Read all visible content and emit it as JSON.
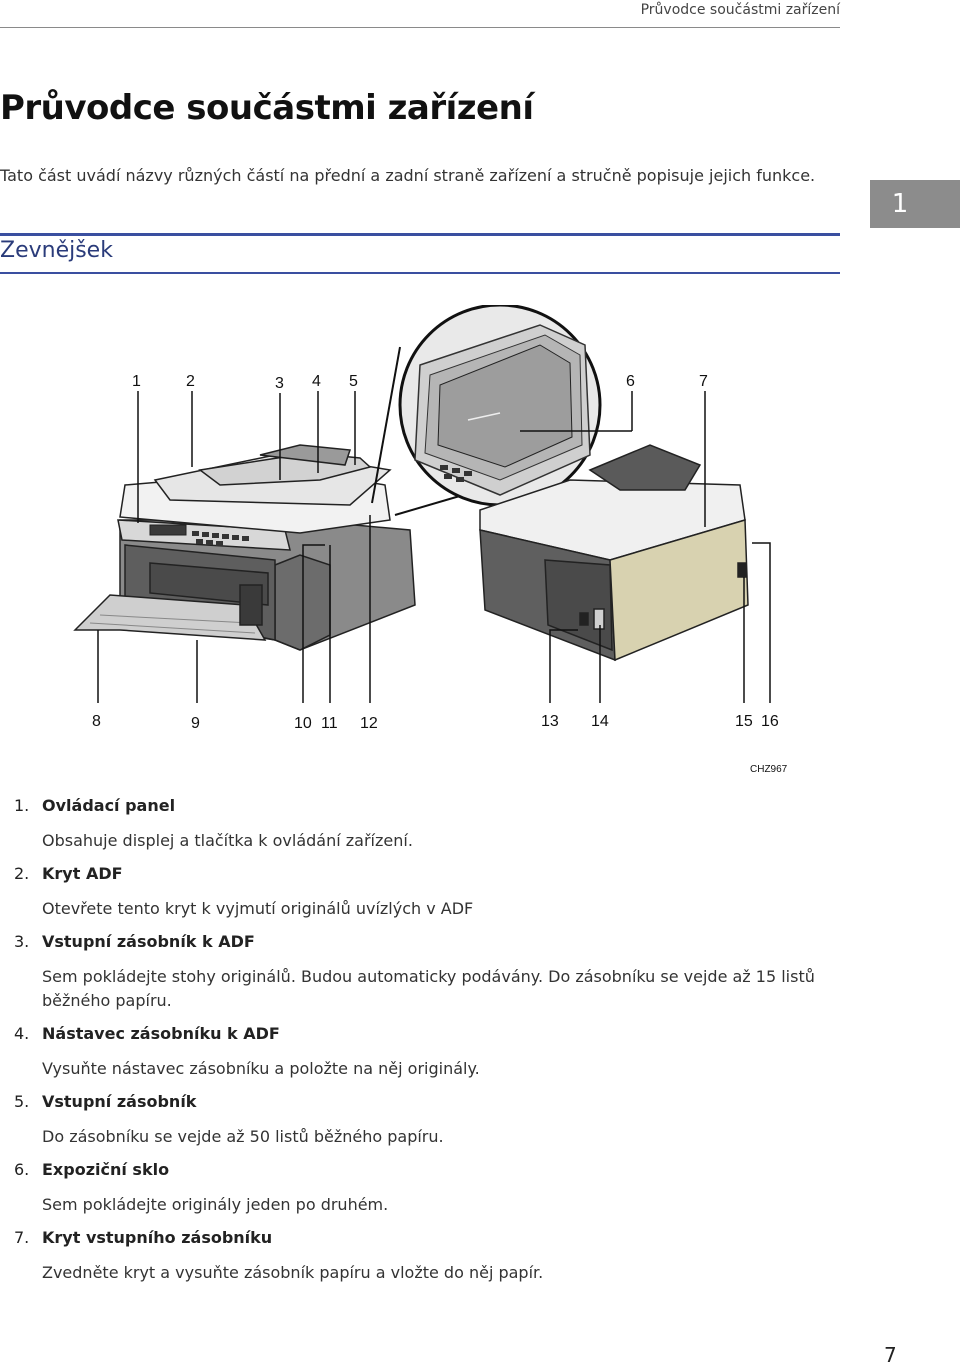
{
  "header": {
    "running_title": "Průvodce součástmi zařízení"
  },
  "page": {
    "title": "Průvodce součástmi zařízení",
    "intro": "Tato část uvádí názvy různých částí na přední a zadní straně zařízení a stručně popisuje jejich funkce.",
    "chapter_tab": "1",
    "section_heading": "Zevnějšek",
    "page_number": "7"
  },
  "figure": {
    "callouts": [
      "1",
      "2",
      "3",
      "4",
      "5",
      "6",
      "7",
      "8",
      "9",
      "10",
      "11",
      "12",
      "13",
      "14",
      "15",
      "16"
    ],
    "code": "CHZ967"
  },
  "legend": [
    {
      "num": "1.",
      "title": "Ovládací panel",
      "desc": "Obsahuje displej a tlačítka k ovládání zařízení."
    },
    {
      "num": "2.",
      "title": "Kryt ADF",
      "desc": "Otevřete tento kryt k vyjmutí originálů uvízlých v ADF"
    },
    {
      "num": "3.",
      "title": "Vstupní zásobník k ADF",
      "desc": "Sem pokládejte stohy originálů. Budou automaticky podávány. Do zásobníku se vejde až 15 listů běžného papíru."
    },
    {
      "num": "4.",
      "title": "Nástavec zásobníku k ADF",
      "desc": "Vysuňte nástavec zásobníku a položte na něj originály."
    },
    {
      "num": "5.",
      "title": "Vstupní zásobník",
      "desc": "Do zásobníku se vejde až 50 listů běžného papíru."
    },
    {
      "num": "6.",
      "title": "Expoziční sklo",
      "desc": "Sem pokládejte originály jeden po druhém."
    },
    {
      "num": "7.",
      "title": "Kryt vstupního zásobníku",
      "desc": "Zvedněte kryt a vysuňte zásobník papíru a vložte do něj papír."
    }
  ]
}
